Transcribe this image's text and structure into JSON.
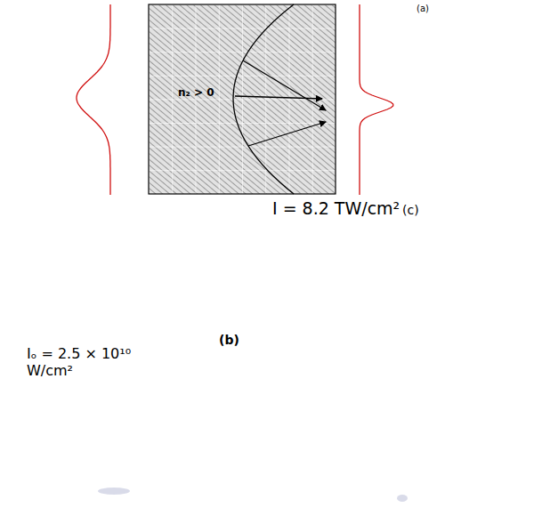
{
  "diagram": {
    "nodes": [
      {
        "text": [
          "n₂ > 0"
        ]
      }
    ],
    "labels": [
      "(a)",
      "I = 8.2 TW/cm²",
      "(c)",
      "(b)",
      "Iₒ = 2.5 × 10¹⁰ W/cm²"
    ]
  }
}
